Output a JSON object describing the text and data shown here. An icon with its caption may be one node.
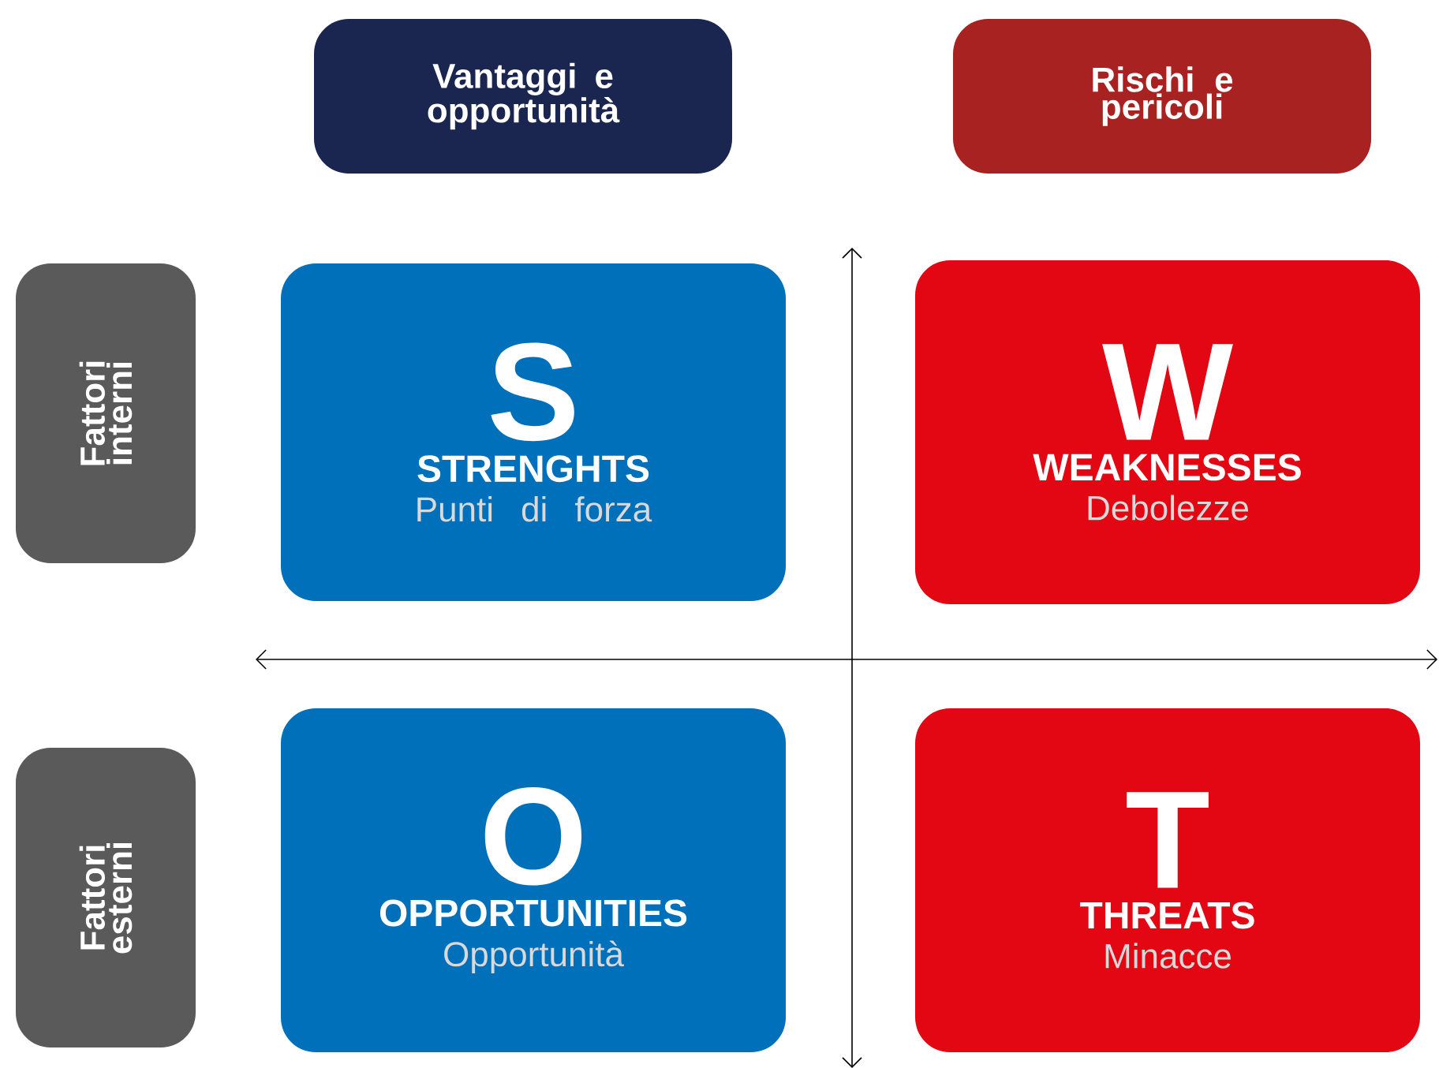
{
  "diagram": {
    "nodes": [
      {
        "text": [
          "Vantaggi e opportunità"
        ]
      },
      {
        "text": [
          "Rischi e pericoli"
        ]
      },
      {
        "text": [
          "Fattori interni"
        ]
      },
      {
        "text": [
          "S",
          "STRENGHTS",
          "Punti di forza"
        ]
      },
      {
        "text": [
          "W",
          "WEAKNESSES",
          "Debolezze"
        ]
      },
      {
        "text": [
          "Fattori esterni"
        ]
      },
      {
        "text": [
          "O",
          "OPPORTUNITIES",
          "Opportunità"
        ]
      },
      {
        "text": [
          "T",
          "THREATS",
          "Minacce"
        ]
      }
    ]
  }
}
